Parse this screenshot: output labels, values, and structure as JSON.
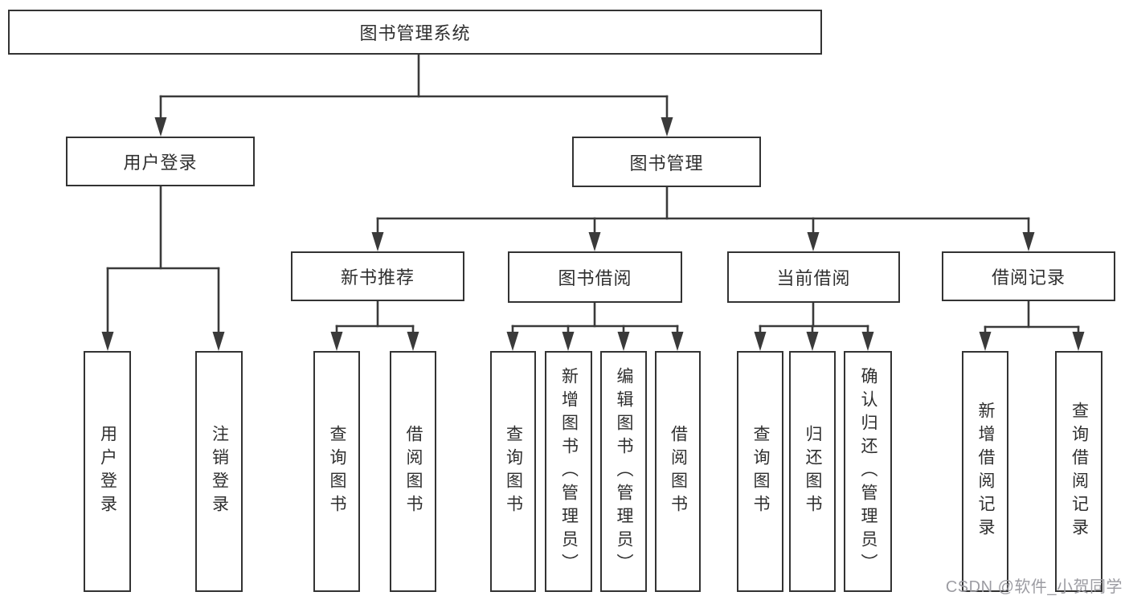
{
  "diagram": {
    "root": {
      "label": "图书管理系统"
    },
    "user_login": {
      "label": "用户登录",
      "children": [
        {
          "label": "用户登录"
        },
        {
          "label": "注销登录"
        }
      ]
    },
    "book_mgmt": {
      "label": "图书管理",
      "modules": [
        {
          "label": "新书推荐",
          "children": [
            {
              "label": "查询图书"
            },
            {
              "label": "借阅图书"
            }
          ]
        },
        {
          "label": "图书借阅",
          "children": [
            {
              "label": "查询图书"
            },
            {
              "label": "新增图书（管理员）"
            },
            {
              "label": "编辑图书（管理员）"
            },
            {
              "label": "借阅图书"
            }
          ]
        },
        {
          "label": "当前借阅",
          "children": [
            {
              "label": "查询图书"
            },
            {
              "label": "归还图书"
            },
            {
              "label": "确认归还（管理员）"
            }
          ]
        },
        {
          "label": "借阅记录",
          "children": [
            {
              "label": "新增借阅记录"
            },
            {
              "label": "查询借阅记录"
            }
          ]
        }
      ]
    },
    "watermark": "CSDN @软件_小贺同学",
    "colors": {
      "line": "#3a3a3a",
      "box_border": "#333333",
      "text": "#2f2f2f",
      "watermark": "#9c9ca2",
      "background": "#ffffff"
    }
  }
}
